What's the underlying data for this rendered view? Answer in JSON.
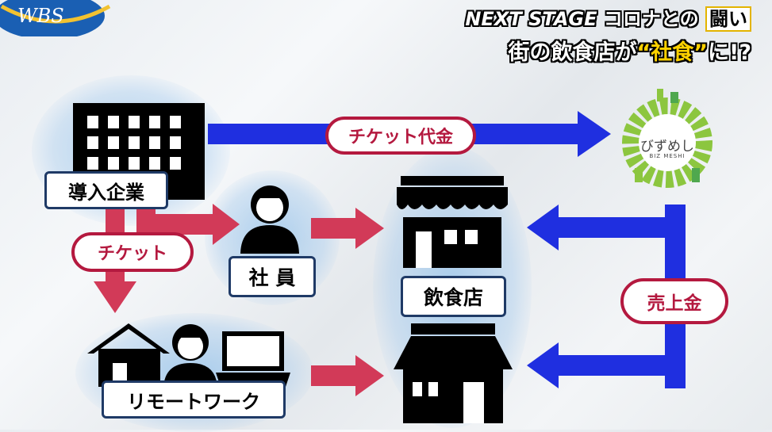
{
  "broadcast": {
    "logo": "WBS"
  },
  "caption": {
    "series_en": "NEXT STAGE",
    "series_jp": "コロナとの",
    "series_highlight": "闘い",
    "headline_prefix": "街の飲食店が",
    "headline_quote": "“社食”",
    "headline_suffix": "に!?"
  },
  "nodes": {
    "company": "導入企業",
    "employee": "社 員",
    "restaurant": "飲食店",
    "remote_work": "リモートワーク",
    "bizmeshi_name": "びずめし",
    "bizmeshi_sub": "BIZ MESHI"
  },
  "flows": {
    "ticket_payment": "チケット代金",
    "ticket": "チケット",
    "sales": "売上金"
  },
  "colors": {
    "blue_arrow": "#1f2fe0",
    "red_arrow": "#d23a58",
    "pill_border": "#b4193f",
    "box_border": "#1f3a66",
    "highlight": "#8fc3ec"
  }
}
